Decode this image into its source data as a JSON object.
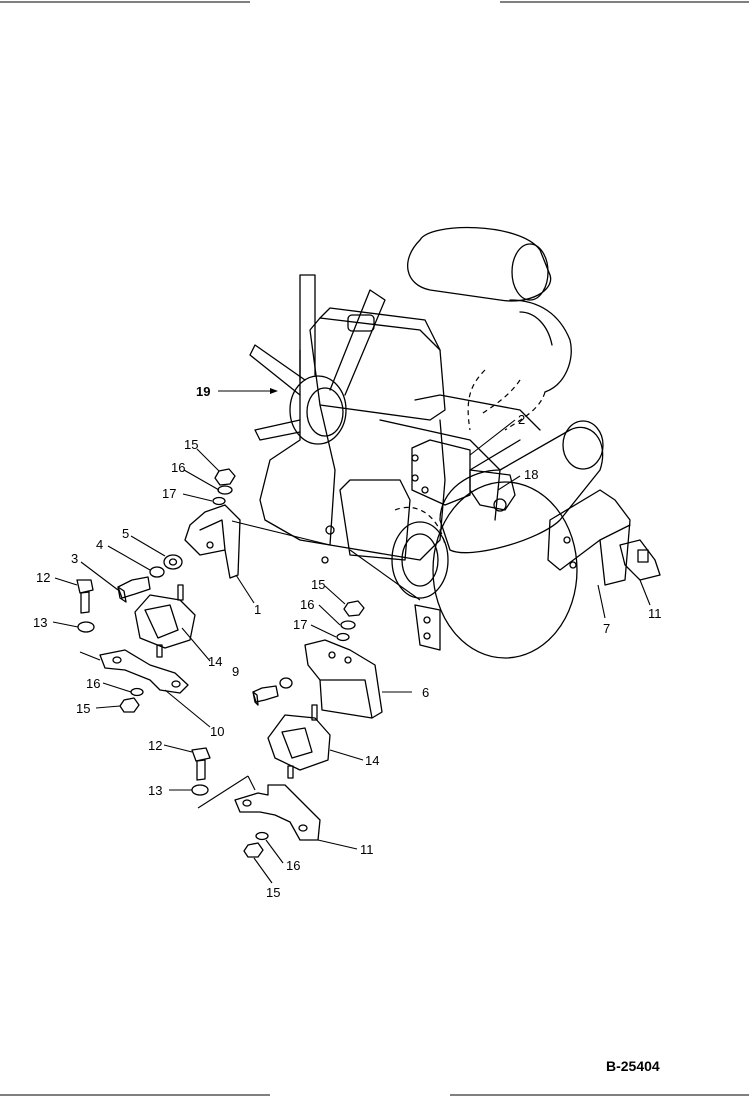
{
  "drawing_code": "B-25404",
  "callouts": [
    {
      "id": "c19",
      "text": "19"
    },
    {
      "id": "c15a",
      "text": "15"
    },
    {
      "id": "c16a",
      "text": "16"
    },
    {
      "id": "c17a",
      "text": "17"
    },
    {
      "id": "c5",
      "text": "5"
    },
    {
      "id": "c4",
      "text": "4"
    },
    {
      "id": "c3",
      "text": "3"
    },
    {
      "id": "c12a",
      "text": "12"
    },
    {
      "id": "c13a",
      "text": "13"
    },
    {
      "id": "c14a",
      "text": "14"
    },
    {
      "id": "c1",
      "text": "1"
    },
    {
      "id": "c16b",
      "text": "16"
    },
    {
      "id": "c15b",
      "text": "15"
    },
    {
      "id": "c10",
      "text": "10"
    },
    {
      "id": "c9",
      "text": "9"
    },
    {
      "id": "c15c",
      "text": "15"
    },
    {
      "id": "c16c",
      "text": "16"
    },
    {
      "id": "c17b",
      "text": "17"
    },
    {
      "id": "c6",
      "text": "6"
    },
    {
      "id": "c14b",
      "text": "14"
    },
    {
      "id": "c12b",
      "text": "12"
    },
    {
      "id": "c13b",
      "text": "13"
    },
    {
      "id": "c11a",
      "text": "11"
    },
    {
      "id": "c16d",
      "text": "16"
    },
    {
      "id": "c15d",
      "text": "15"
    },
    {
      "id": "c18",
      "text": "18"
    },
    {
      "id": "c2",
      "text": "2"
    },
    {
      "id": "c7",
      "text": "7"
    },
    {
      "id": "c11b",
      "text": "11"
    }
  ]
}
